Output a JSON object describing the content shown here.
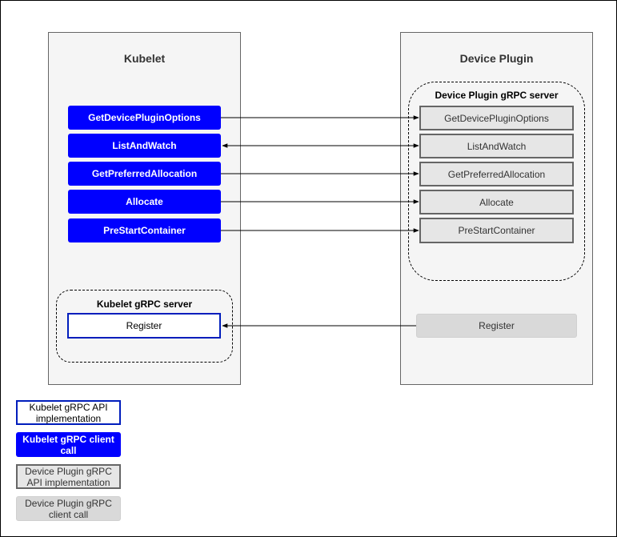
{
  "kubelet": {
    "title": "Kubelet",
    "client_calls": [
      "GetDevicePluginOptions",
      "ListAndWatch",
      "GetPreferredAllocation",
      "Allocate",
      "PreStartContainer"
    ],
    "server": {
      "title": "Kubelet gRPC server",
      "register": "Register"
    }
  },
  "device_plugin": {
    "title": "Device Plugin",
    "server": {
      "title": "Device Plugin gRPC server",
      "apis": [
        "GetDevicePluginOptions",
        "ListAndWatch",
        "GetPreferredAllocation",
        "Allocate",
        "PreStartContainer"
      ]
    },
    "register": "Register"
  },
  "legend": [
    "Kubelet gRPC API implementation",
    "Kubelet gRPC client call",
    "Device Plugin gRPC API implementation",
    "Device Plugin gRPC client call"
  ],
  "colors": {
    "client_call": "#0000ff",
    "kubelet_impl_border": "#001dbc",
    "plugin_impl_fill": "#e6e6e6",
    "plugin_impl_border": "#666666",
    "plugin_client_fill": "#d9d9d9"
  }
}
